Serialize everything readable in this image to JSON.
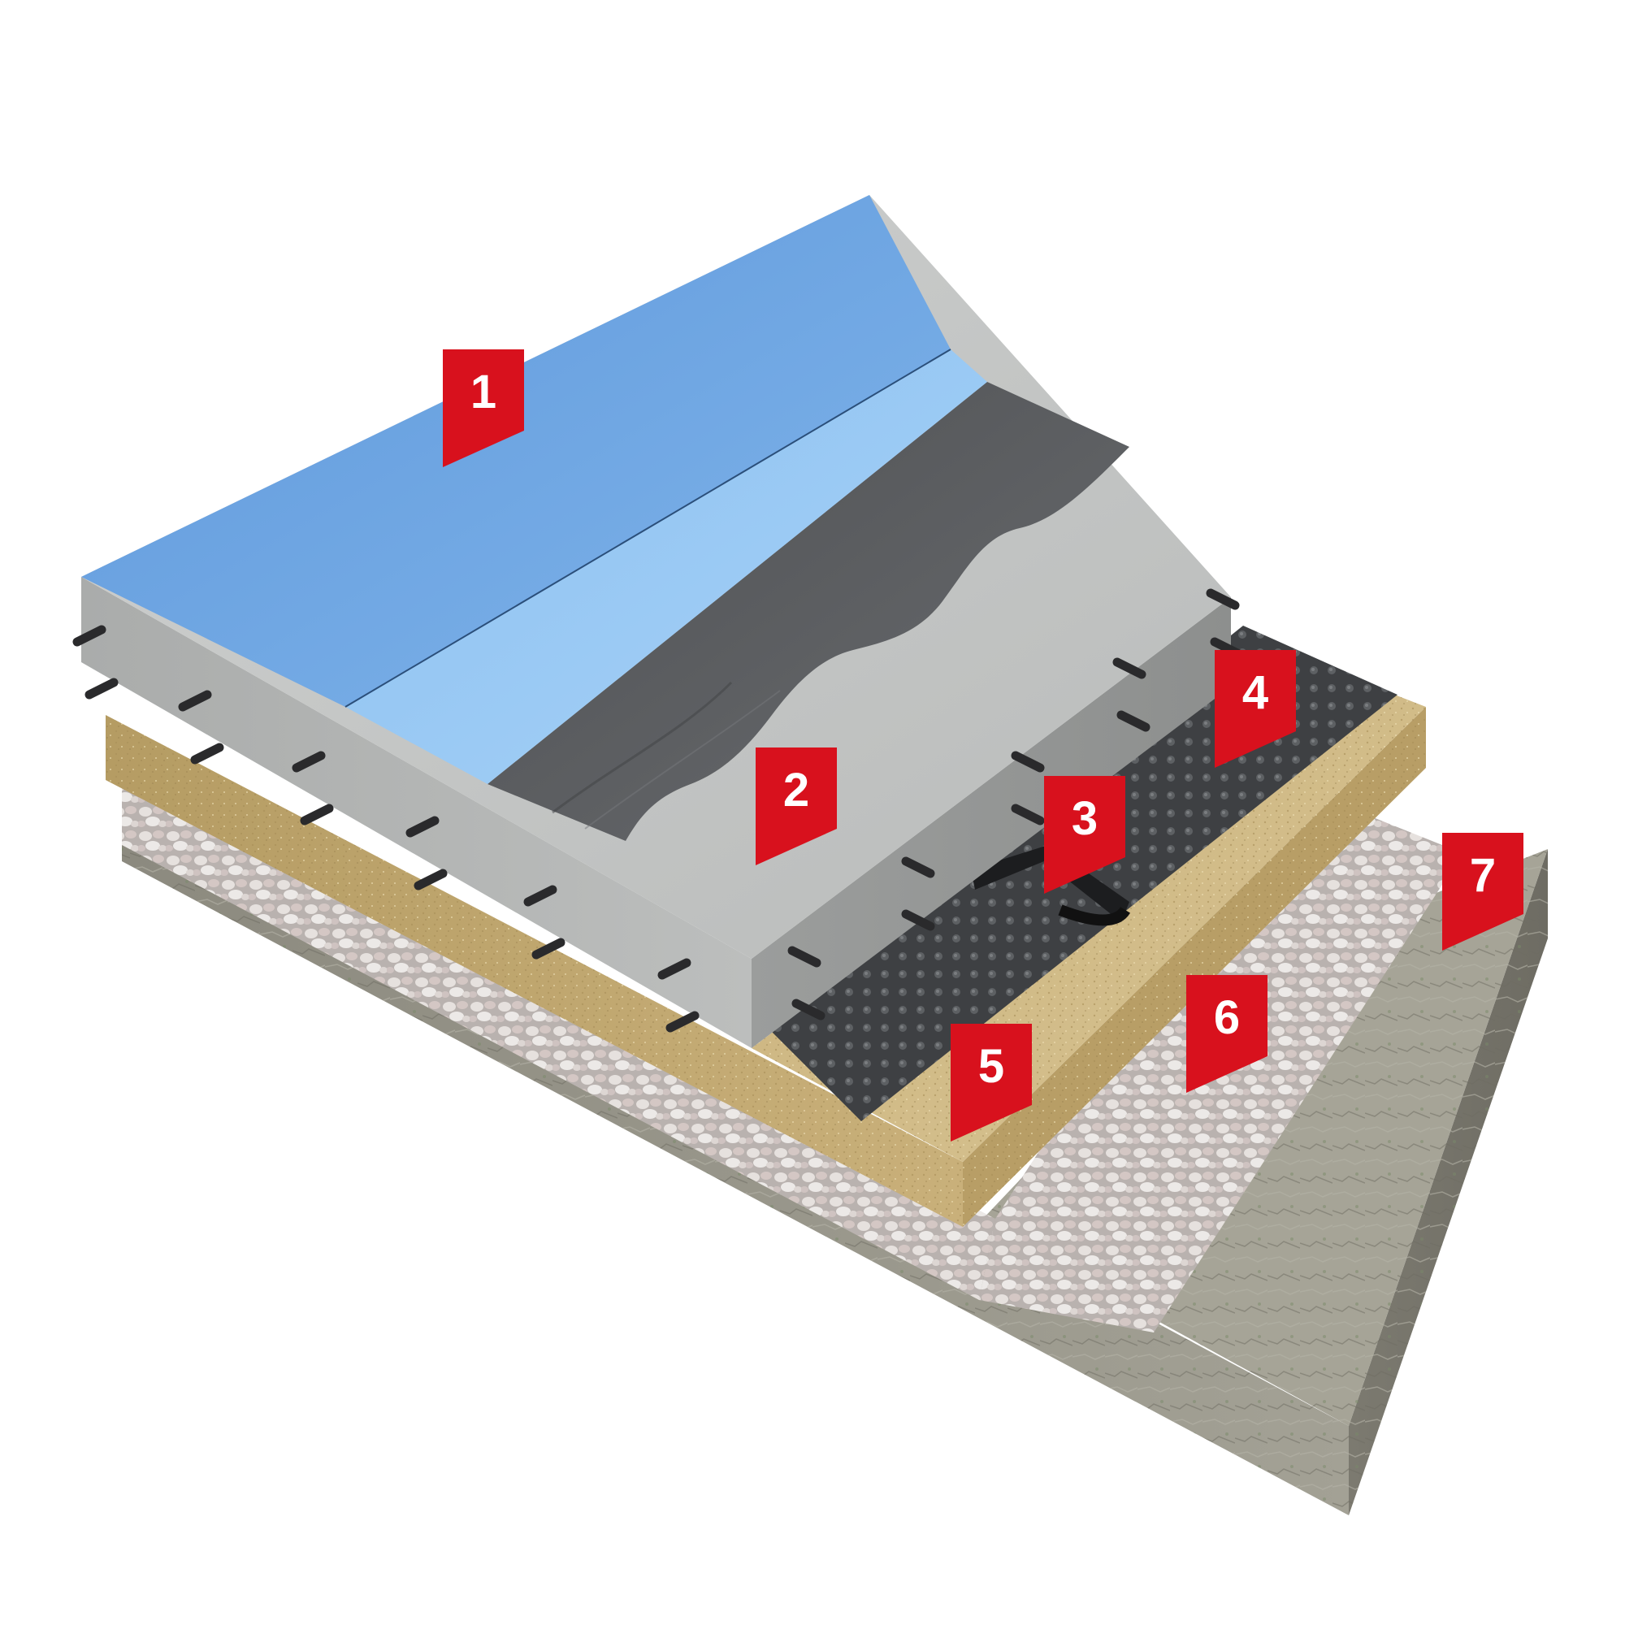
{
  "colors": {
    "membrane_blue": "#6aa5e3",
    "membrane_blue_light": "#9cc9f3",
    "dark_coating": "#5e6063",
    "concrete": "#c2c4c3",
    "drainage_sheet": "#3e4043",
    "sand_screed": "#cdb684",
    "gravel": "#d6d0cd",
    "soil": "#9a988c",
    "marker_red": "#d8111d"
  },
  "markers": [
    {
      "id": "1",
      "label": "1"
    },
    {
      "id": "2",
      "label": "2"
    },
    {
      "id": "3",
      "label": "3"
    },
    {
      "id": "4",
      "label": "4"
    },
    {
      "id": "5",
      "label": "5"
    },
    {
      "id": "6",
      "label": "6"
    },
    {
      "id": "7",
      "label": "7"
    }
  ]
}
